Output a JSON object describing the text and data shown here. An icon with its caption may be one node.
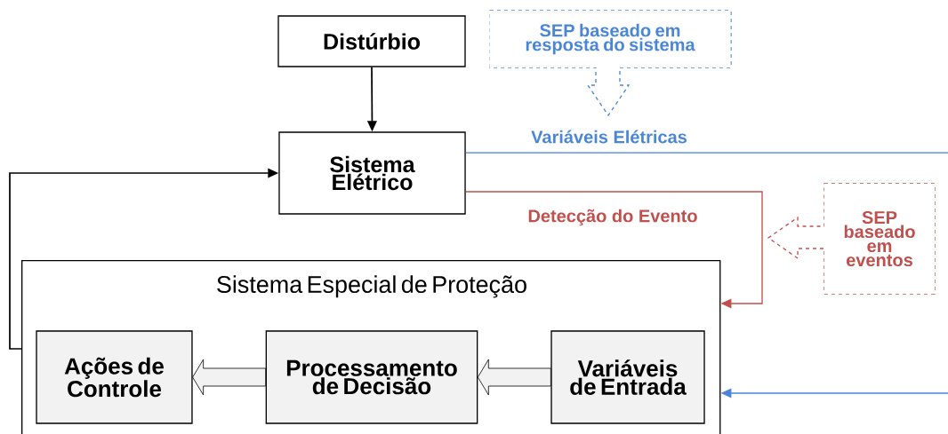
{
  "diagram": {
    "nodes": [
      {
        "text": [
          "Distúrbio"
        ]
      },
      {
        "text": [
          "SEP baseado em resposta do sistema"
        ]
      },
      {
        "text": [
          "Sistema Elétrico"
        ]
      },
      {
        "text": [
          "SEP baseado em eventos"
        ]
      },
      {
        "text": [
          "Sistema Especial de Proteção"
        ]
      },
      {
        "text": [
          "Ações de Controle"
        ],
        "in": 4
      },
      {
        "text": [
          "Processamento de Decisão"
        ],
        "in": 4
      },
      {
        "text": [
          "Variáveis de Entrada"
        ],
        "in": 4
      }
    ],
    "edges": [
      {
        "from": 0,
        "to": 2,
        "arrow": "to"
      },
      {
        "from": 4,
        "to": 2,
        "arrow": "to"
      },
      {
        "from": 2,
        "to": null,
        "arrow": "none",
        "label": "Variáveis Elétricas",
        "color": "#4a86d8"
      },
      {
        "from": null,
        "to": 4,
        "arrow": "to",
        "color": "#4a86d8"
      },
      {
        "from": 2,
        "to": 4,
        "arrow": "to",
        "label": "Detecção do Evento",
        "color": "#c0504d"
      },
      {
        "from": 7,
        "to": 6,
        "arrow": "to",
        "style": "thick"
      },
      {
        "from": 6,
        "to": 5,
        "arrow": "to",
        "style": "thick"
      }
    ]
  }
}
